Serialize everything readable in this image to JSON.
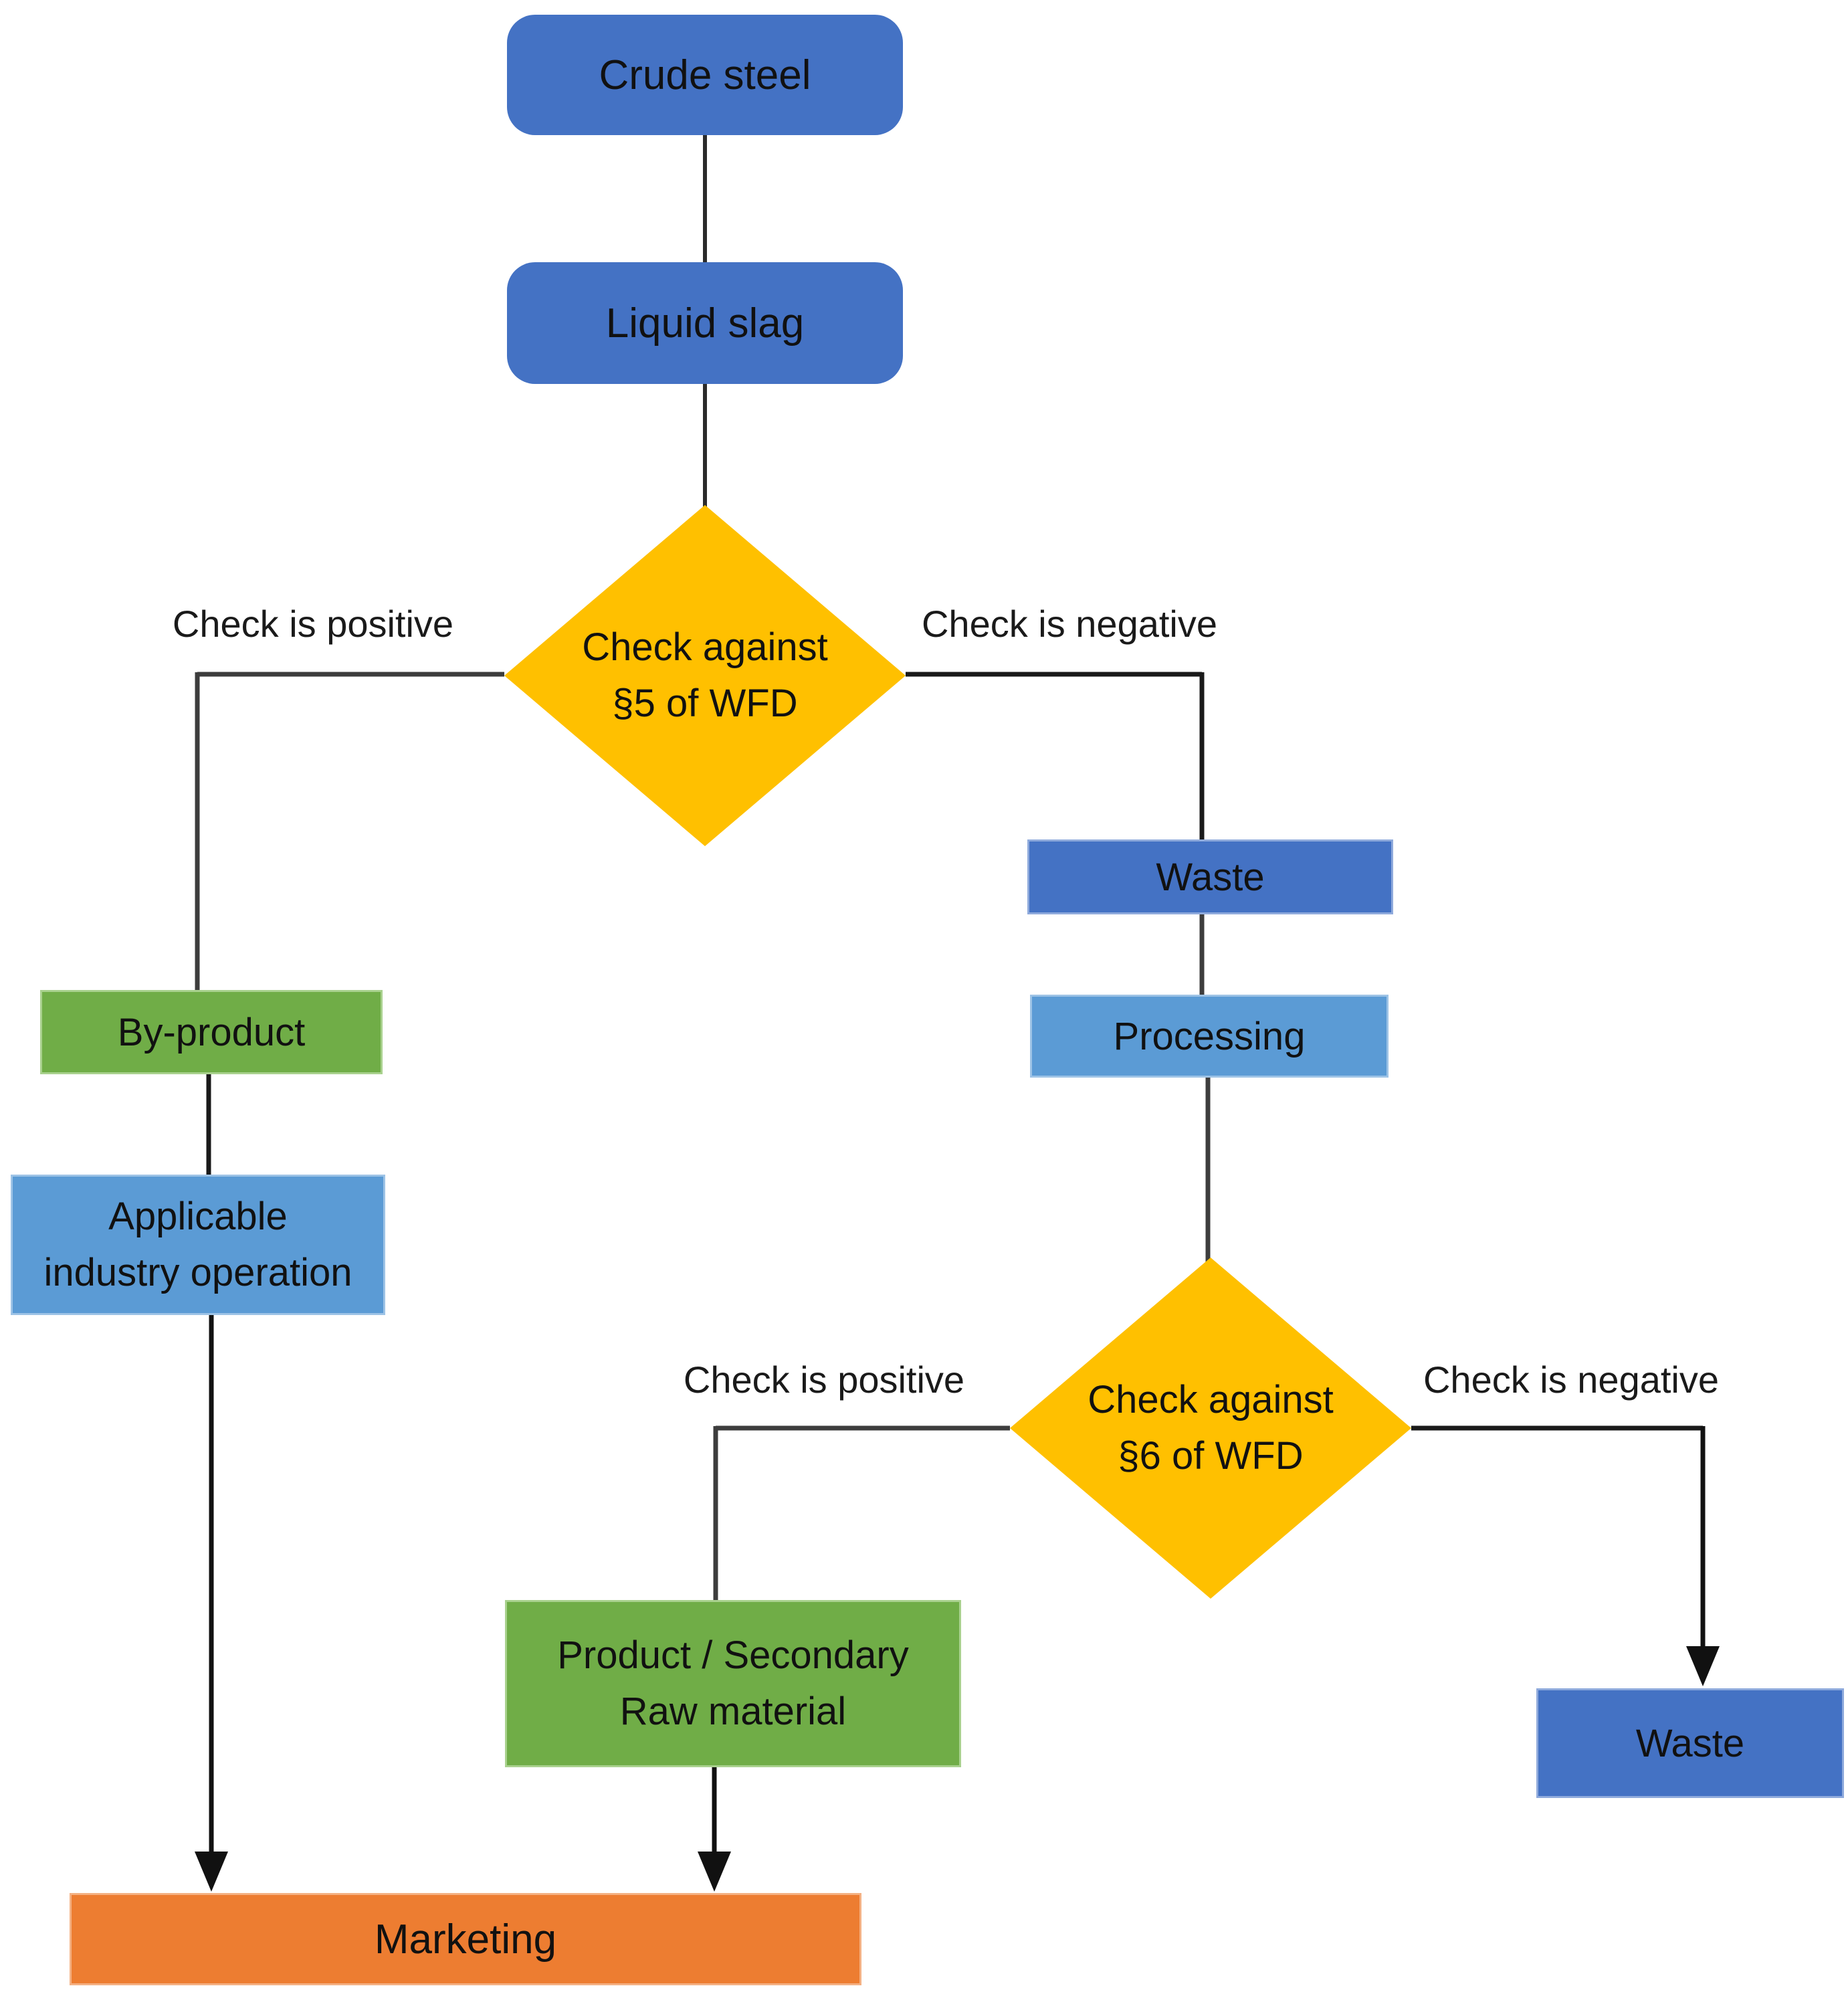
{
  "nodes": {
    "crude_steel": {
      "label": "Crude steel"
    },
    "liquid_slag": {
      "label": "Liquid slag"
    },
    "check5": {
      "label": "Check against\n§5 of WFD"
    },
    "by_product": {
      "label": "By-product"
    },
    "applicable": {
      "label": "Applicable\nindustry operation"
    },
    "waste_mid": {
      "label": "Waste"
    },
    "processing": {
      "label": "Processing"
    },
    "check6": {
      "label": "Check against\n§6 of WFD"
    },
    "product_secondary": {
      "label": "Product / Secondary\nRaw material"
    },
    "waste_end": {
      "label": "Waste"
    },
    "marketing": {
      "label": "Marketing"
    }
  },
  "edge_labels": {
    "check5_positive": "Check is positive",
    "check5_negative": "Check is negative",
    "check6_positive": "Check is positive",
    "check6_negative": "Check is negative"
  },
  "colors": {
    "node_dark_blue": "#4472C4",
    "node_light_blue": "#5B9BD5",
    "node_green": "#70AD47",
    "node_orange": "#ED7D31",
    "diamond_yellow": "#FFC000",
    "connector_line": "#3d3d3d",
    "arrowhead": "#111111",
    "text": "#111111"
  }
}
